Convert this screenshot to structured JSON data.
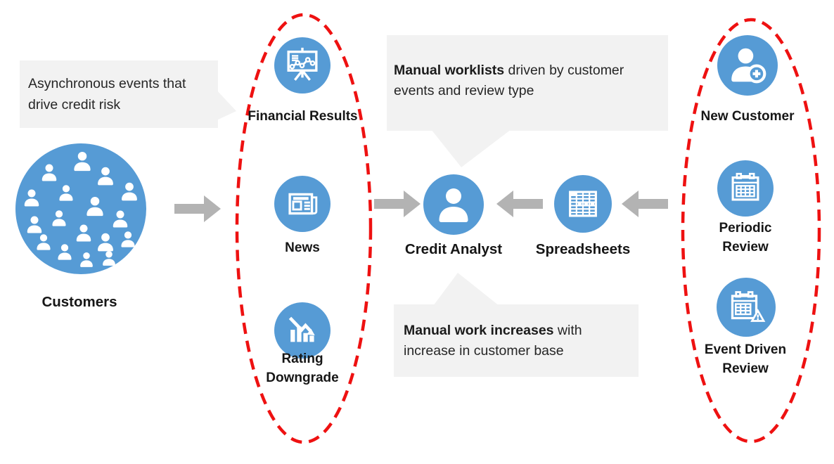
{
  "colors": {
    "icon_blue": "#569bd5",
    "arrow_gray": "#b3b3b3",
    "callout_bg": "#f2f2f2",
    "dashed_red": "#ee1111",
    "text": "#1b1b1b"
  },
  "bubble_left": {
    "text": "Asynchronous events that drive credit risk"
  },
  "customers": {
    "label": "Customers",
    "icon": "people-group-icon"
  },
  "left_group": {
    "items": [
      {
        "id": "financial-results",
        "label": "Financial Results",
        "icon": "presentation-chart-icon"
      },
      {
        "id": "news",
        "label": "News",
        "icon": "newspaper-icon"
      },
      {
        "id": "rating-downgrade",
        "label": "Rating Downgrade",
        "icon": "declining-chart-icon"
      }
    ]
  },
  "callout_top": {
    "bold": "Manual worklists",
    "rest": " driven by customer events and review type"
  },
  "callout_bottom": {
    "bold": "Manual work increases",
    "rest": " with increase in customer base"
  },
  "credit_analyst": {
    "label": "Credit Analyst",
    "icon": "person-icon"
  },
  "spreadsheets": {
    "label": "Spreadsheets",
    "icon": "spreadsheet-grid-icon"
  },
  "right_group": {
    "items": [
      {
        "id": "new-customer",
        "label": "New Customer",
        "icon": "person-add-icon"
      },
      {
        "id": "periodic-review",
        "label": "Periodic Review",
        "icon": "calendar-icon"
      },
      {
        "id": "event-driven-review",
        "label": "Event Driven Review",
        "icon": "calendar-alert-icon"
      }
    ]
  }
}
